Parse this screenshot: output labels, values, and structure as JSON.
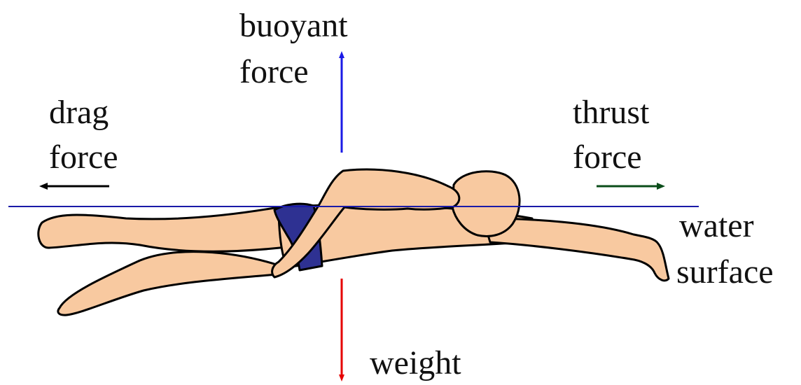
{
  "labels": {
    "buoyant_line1": "buoyant",
    "buoyant_line2": "force",
    "drag_line1": "drag",
    "drag_line2": "force",
    "thrust_line1": "thrust",
    "thrust_line2": "force",
    "water_line1": "water",
    "water_line2": "surface",
    "weight": "weight"
  },
  "colors": {
    "buoyant_arrow": "#1a1ae6",
    "drag_arrow": "#000000",
    "thrust_arrow": "#0b4d1a",
    "weight_arrow": "#e60000",
    "water_line": "#1a1aa8",
    "skin": "#f8c9a0",
    "swimsuit": "#2e3192",
    "outline": "#000000"
  },
  "icons": {
    "swimmer": "swimmer-figure"
  }
}
